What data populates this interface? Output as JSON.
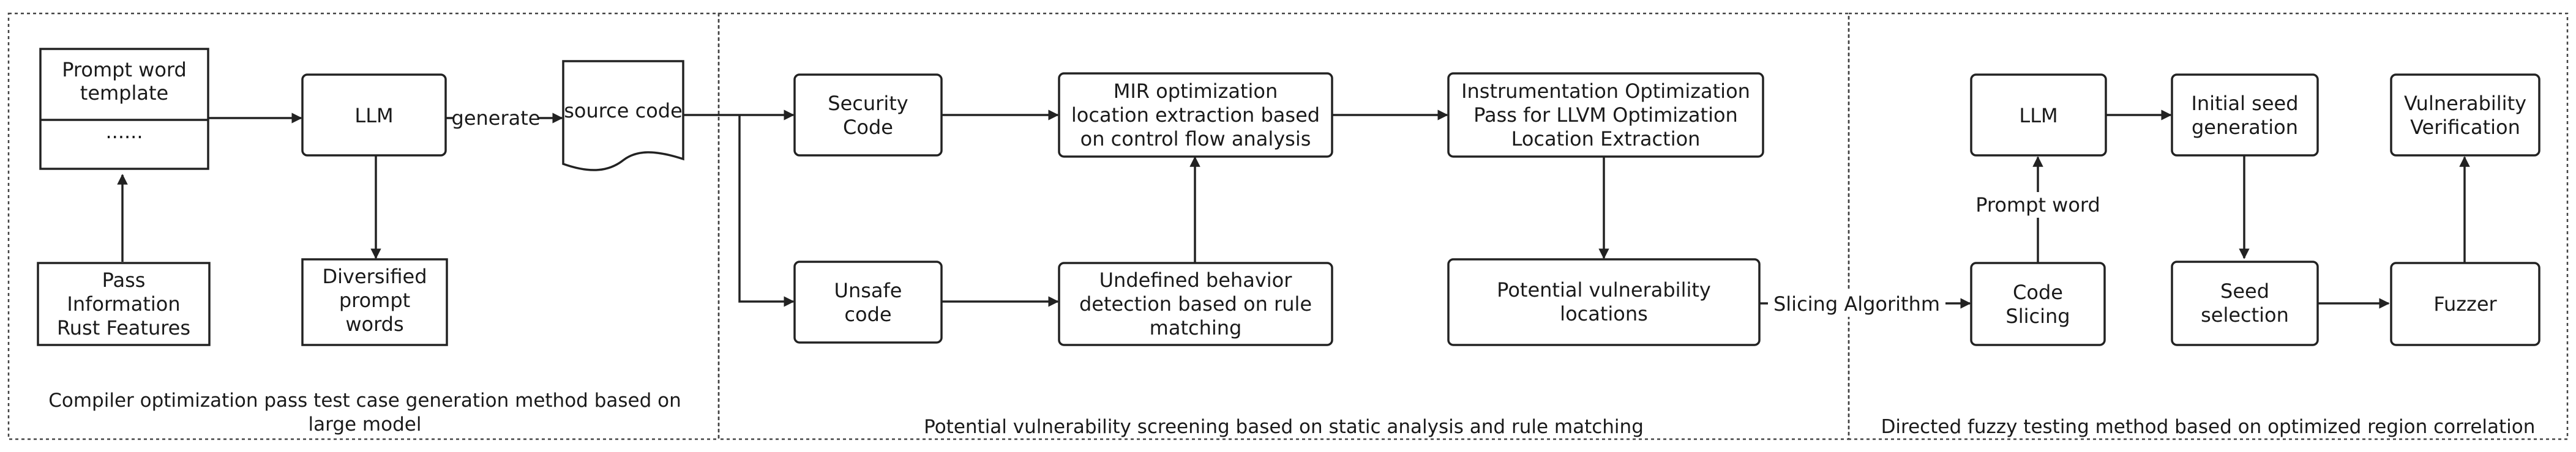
{
  "panels": {
    "left_caption": [
      "Compiler optimization pass test case generation method based on",
      "large model"
    ],
    "middle_caption": "Potential vulnerability screening based on static analysis and rule matching",
    "right_caption": "Directed fuzzy testing method based on optimized region correlation"
  },
  "nodes": {
    "prompt_template": [
      "Prompt word",
      "template"
    ],
    "prompt_template_more": "......",
    "pass_info": [
      "Pass",
      "Information",
      "Rust Features"
    ],
    "llm1": "LLM",
    "diversified": [
      "Diversified",
      "prompt",
      "words"
    ],
    "source_code": "source code",
    "security_code": [
      "Security",
      "Code"
    ],
    "unsafe_code": [
      "Unsafe",
      "code"
    ],
    "mir": [
      "MIR optimization",
      "location extraction based",
      "on control flow analysis"
    ],
    "undefined": [
      "Undefined behavior",
      "detection based on rule",
      "matching"
    ],
    "instrumentation": [
      "Instrumentation Optimization",
      "Pass for LLVM Optimization",
      "Location Extraction"
    ],
    "potential": [
      "Potential vulnerability",
      "locations"
    ],
    "llm2": "LLM",
    "code_slicing": [
      "Code",
      "Slicing"
    ],
    "initial_seed": [
      "Initial seed",
      "generation"
    ],
    "seed_selection": [
      "Seed",
      "selection"
    ],
    "vuln_verify": [
      "Vulnerability",
      "Verification"
    ],
    "fuzzer": "Fuzzer"
  },
  "edge_labels": {
    "generate": "generate",
    "slicing_algorithm": "Slicing Algorithm",
    "prompt_word": "Prompt word"
  }
}
